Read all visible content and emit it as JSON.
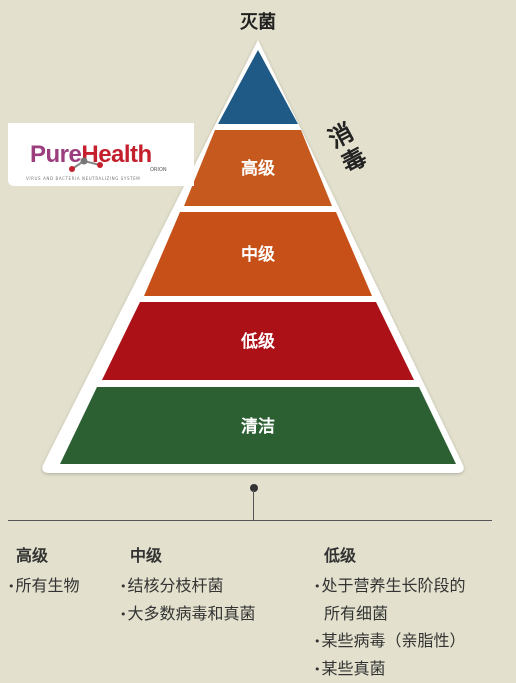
{
  "title": "灭菌",
  "side_label": "消毒",
  "levels": [
    {
      "label": "高级",
      "color": "#c65a1e"
    },
    {
      "label": "中级",
      "color": "#c75019"
    },
    {
      "label": "低级",
      "color": "#ad1118"
    },
    {
      "label": "清洁",
      "color": "#2c6033"
    }
  ],
  "apex_color": "#1e5a85",
  "logo": {
    "pure": "Pure",
    "health": "Health",
    "sub": "ORION",
    "tagline": "VIRUS AND BACTERIA NEUTRALIZING SYSTEM"
  },
  "columns": [
    {
      "heading": "高级",
      "items": [
        "所有生物"
      ]
    },
    {
      "heading": "中级",
      "items": [
        "结核分枝杆菌",
        "大多数病毒和真菌"
      ]
    },
    {
      "heading": "低级",
      "items": [
        "处于营养生长阶段的",
        "所有细菌",
        "某些病毒（亲脂性）",
        "某些真菌"
      ]
    }
  ]
}
